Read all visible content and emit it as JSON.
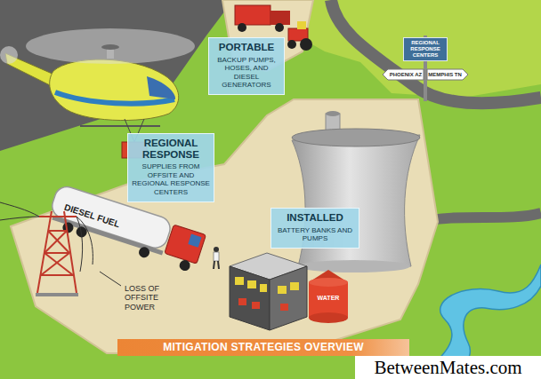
{
  "diagram": {
    "title": "MITIGATION STRATEGIES OVERVIEW",
    "nodes": [
      {
        "text": [
          "PORTABLE",
          "BACKUP PUMPS, HOSES, AND DIESEL GENERATORS"
        ]
      },
      {
        "text": [
          "REGIONAL RESPONSE CENTERS"
        ]
      },
      {
        "text": [
          "REGIONAL RESPONSE",
          "SUPPLIES FROM OFFSITE AND REGIONAL RESPONSE CENTERS"
        ]
      },
      {
        "text": [
          "INSTALLED",
          "BATTERY BANKS AND PUMPS"
        ]
      }
    ],
    "labels": [
      "PHOENIX AZ",
      "MEMPHIS TN",
      "DIESEL FUEL",
      "LOSS OF OFFSITE POWER",
      "WATER",
      "BetweenMates.com"
    ]
  }
}
